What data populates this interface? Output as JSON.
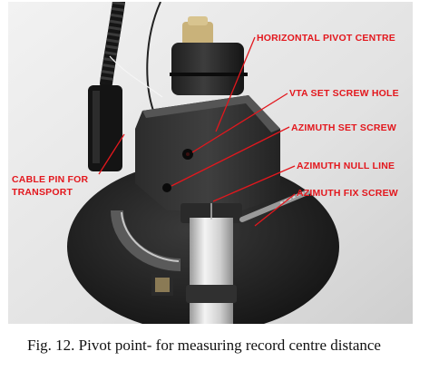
{
  "figure": {
    "labels": {
      "horizontal_pivot_centre": "HORIZONTAL PIVOT CENTRE",
      "vta_set_screw_hole": "VTA SET SCREW HOLE",
      "azimuth_set_screw": "AZIMUTH SET SCREW",
      "azimuth_null_line": "AZIMUTH NULL LINE",
      "azimuth_fix_screw": "AZIMUTH FIX SCREW",
      "cable_pin_line1": "CABLE PIN FOR",
      "cable_pin_line2": "TRANSPORT"
    },
    "caption": "Fig. 12. Pivot point- for measuring record centre distance",
    "colors": {
      "annotation": "#e3171d",
      "background": "#ffffff",
      "caption": "#111111"
    }
  }
}
